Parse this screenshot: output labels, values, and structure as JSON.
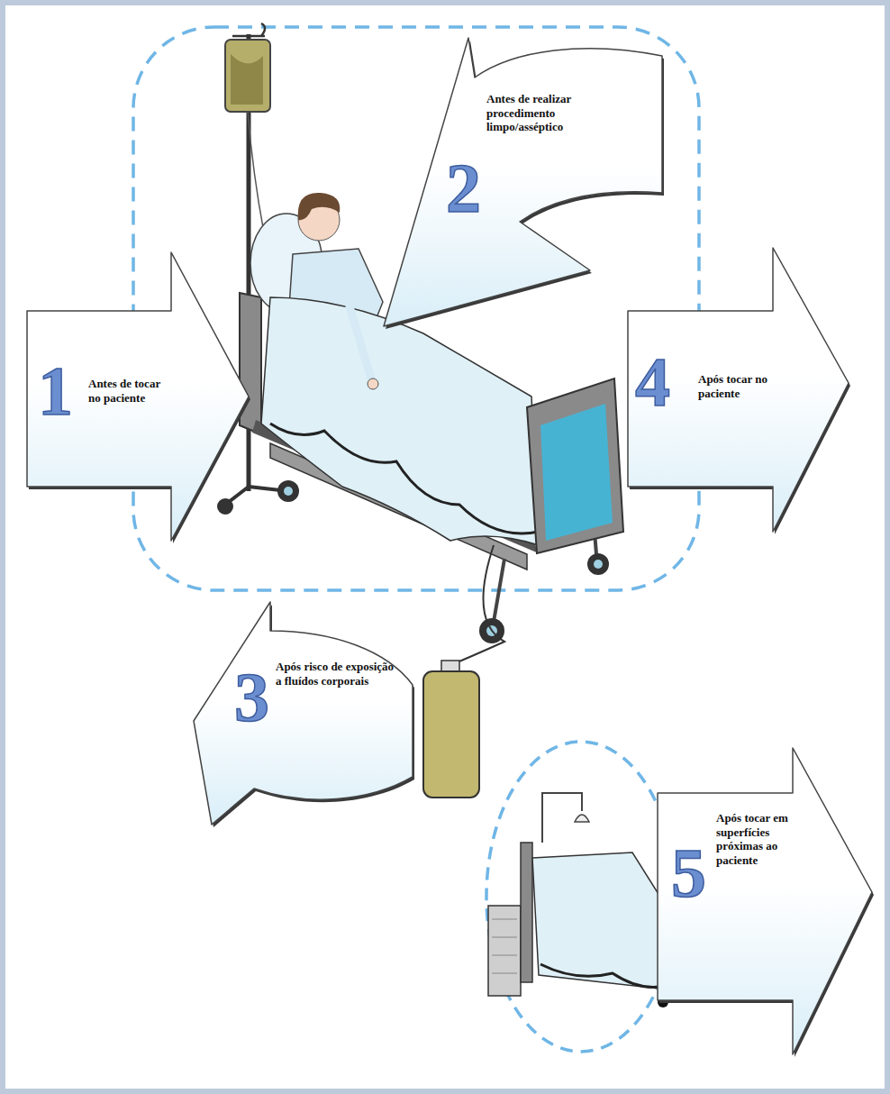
{
  "diagram": {
    "nodes": [
      {
        "text": [
          "1",
          "Antes de tocar no paciente"
        ]
      },
      {
        "text": [
          "2",
          "Antes de realizar procedimento limpo/asséptico"
        ]
      },
      {
        "text": [
          "3",
          "Após risco de exposição a fluídos corporais"
        ]
      },
      {
        "text": [
          "4",
          "Após tocar no paciente"
        ]
      },
      {
        "text": [
          "5",
          "Após tocar em superfícies próximas ao paciente"
        ]
      }
    ]
  }
}
